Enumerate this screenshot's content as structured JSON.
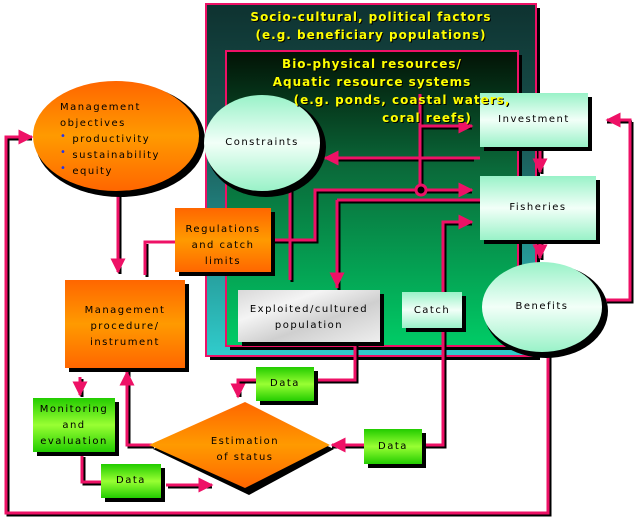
{
  "outer_context": {
    "title_line1": "Socio-cultural, political factors",
    "title_line2": "(e.g. beneficiary populations)"
  },
  "inner_context": {
    "title_line1": "Bio-physical resources/",
    "title_line2": "Aquatic resource systems",
    "title_line3": "(e.g. ponds, coastal waters,",
    "title_line4": "coral reefs)"
  },
  "nodes": {
    "management_objectives": {
      "line1": "Management",
      "line2": "objectives",
      "bullets": [
        "productivity",
        "sustainability",
        "equity"
      ]
    },
    "constraints": "Constraints",
    "investment": "Investment",
    "fisheries": "Fisheries",
    "benefits": "Benefits",
    "regulations": {
      "line1": "Regulations",
      "line2": "and catch",
      "line3": "limits"
    },
    "management_procedure": {
      "line1": "Management",
      "line2": "procedure/",
      "line3": "instrument"
    },
    "exploited_population": {
      "line1": "Exploited/cultured",
      "line2": "population"
    },
    "catch": "Catch",
    "monitoring": {
      "line1": "Monitoring",
      "line2": "and",
      "line3": "evaluation"
    },
    "estimation": {
      "line1": "Estimation",
      "line2": "of status"
    },
    "data_top": "Data",
    "data_right": "Data",
    "data_bottom": "Data"
  },
  "colors": {
    "arrow": "#ee1166",
    "outer_top": "#0e3a36",
    "outer_bottom": "#30c8c8",
    "inner_top": "#041a0a",
    "inner_bottom": "#00cc66",
    "orange": "#ff8800",
    "mint": "#aaf5d0",
    "green_box": "#66ee22",
    "title_text": "#ffff00"
  }
}
